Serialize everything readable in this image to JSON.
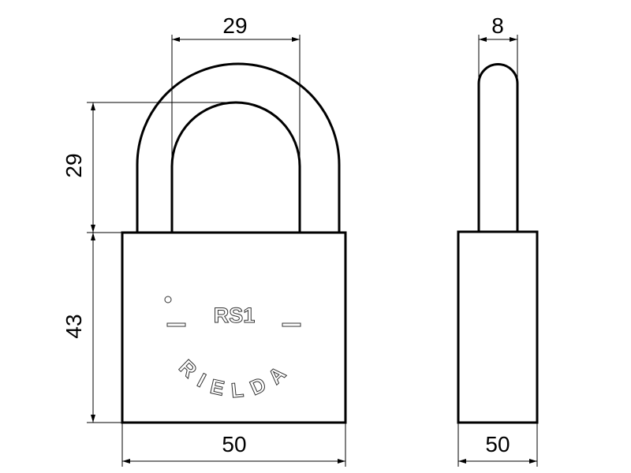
{
  "dimensions": {
    "shackle_inner_width": "29",
    "shackle_inner_height": "29",
    "body_height": "43",
    "body_width": "50",
    "shackle_thickness": "8",
    "body_depth": "50"
  },
  "engraving": {
    "model": "RS1",
    "brand": "RIELDA"
  }
}
